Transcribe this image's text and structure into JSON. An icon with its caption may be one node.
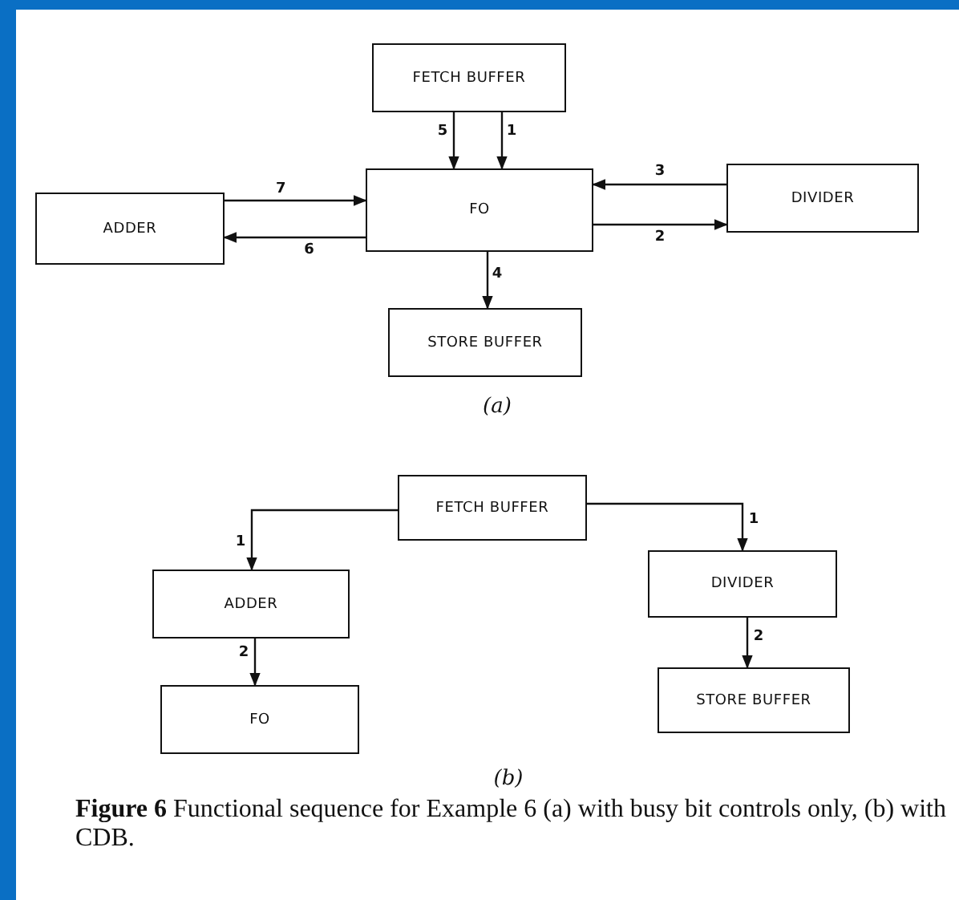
{
  "diagram": {
    "caption": "**Figure 6** Functional sequence for Example 6 (a) with busy bit controls only, (b) with CDB.",
    "nodes": [
      {
        "text": [
          "FETCH BUFFER"
        ]
      },
      {
        "text": [
          "ADDER"
        ]
      },
      {
        "text": [
          "FO"
        ]
      },
      {
        "text": [
          "DIVIDER"
        ]
      },
      {
        "text": [
          "STORE BUFFER"
        ]
      },
      {
        "text": [
          "FETCH BUFFER"
        ]
      },
      {
        "text": [
          "ADDER"
        ]
      },
      {
        "text": [
          "DIVIDER"
        ]
      },
      {
        "text": [
          "FO"
        ]
      },
      {
        "text": [
          "STORE BUFFER"
        ]
      }
    ],
    "edges": [
      {
        "from": 0,
        "to": 2,
        "arrow": "to",
        "label": "5"
      },
      {
        "from": 0,
        "to": 2,
        "arrow": "to",
        "label": "1"
      },
      {
        "from": 1,
        "to": 2,
        "arrow": "to",
        "label": "7"
      },
      {
        "from": 2,
        "to": 1,
        "arrow": "to",
        "label": "6"
      },
      {
        "from": 3,
        "to": 2,
        "arrow": "to",
        "label": "3"
      },
      {
        "from": 2,
        "to": 3,
        "arrow": "to",
        "label": "2"
      },
      {
        "from": 2,
        "to": 4,
        "arrow": "to",
        "label": "4"
      },
      {
        "from": 5,
        "to": 6,
        "arrow": "to",
        "label": "1"
      },
      {
        "from": 5,
        "to": 7,
        "arrow": "to",
        "label": "1"
      },
      {
        "from": 6,
        "to": 8,
        "arrow": "to",
        "label": "2"
      },
      {
        "from": 7,
        "to": 9,
        "arrow": "to",
        "label": "2"
      }
    ],
    "labels": [
      "(a)",
      "(b)"
    ]
  }
}
